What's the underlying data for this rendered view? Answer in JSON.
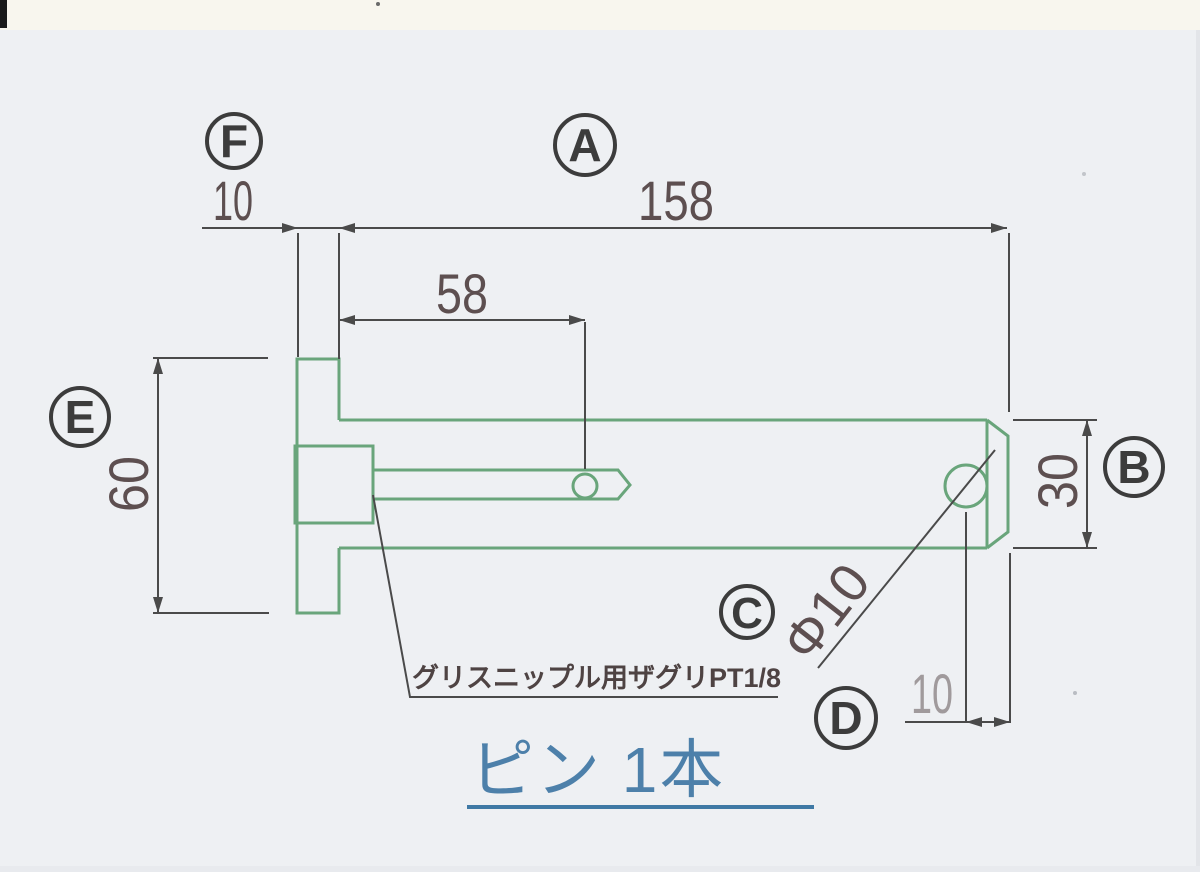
{
  "title": {
    "text": "ピン 1本"
  },
  "annotation": {
    "grease_note": "グリスニップル用ザグリPT1/8"
  },
  "dimensions": {
    "flange_width": "10",
    "total_length": "158",
    "grease_hole_depth": "58",
    "flange_height": "60",
    "pin_diameter": "30",
    "cross_hole_diameter": "Φ10",
    "hole_end_offset": "10"
  },
  "balloons": [
    {
      "letter": "F"
    },
    {
      "letter": "A"
    },
    {
      "letter": "E"
    },
    {
      "letter": "B"
    },
    {
      "letter": "C"
    },
    {
      "letter": "D"
    }
  ],
  "colors": {
    "paper": "#eef0f3",
    "paper_top_strip": "#f8f6ee",
    "part_outline_green": "#69a57b",
    "dimension_line_dark": "#4a4a4a",
    "dimension_text": "#5d4f50",
    "faded_dimension_text": "#a09a9c",
    "title_blue": "#4d80aa"
  }
}
